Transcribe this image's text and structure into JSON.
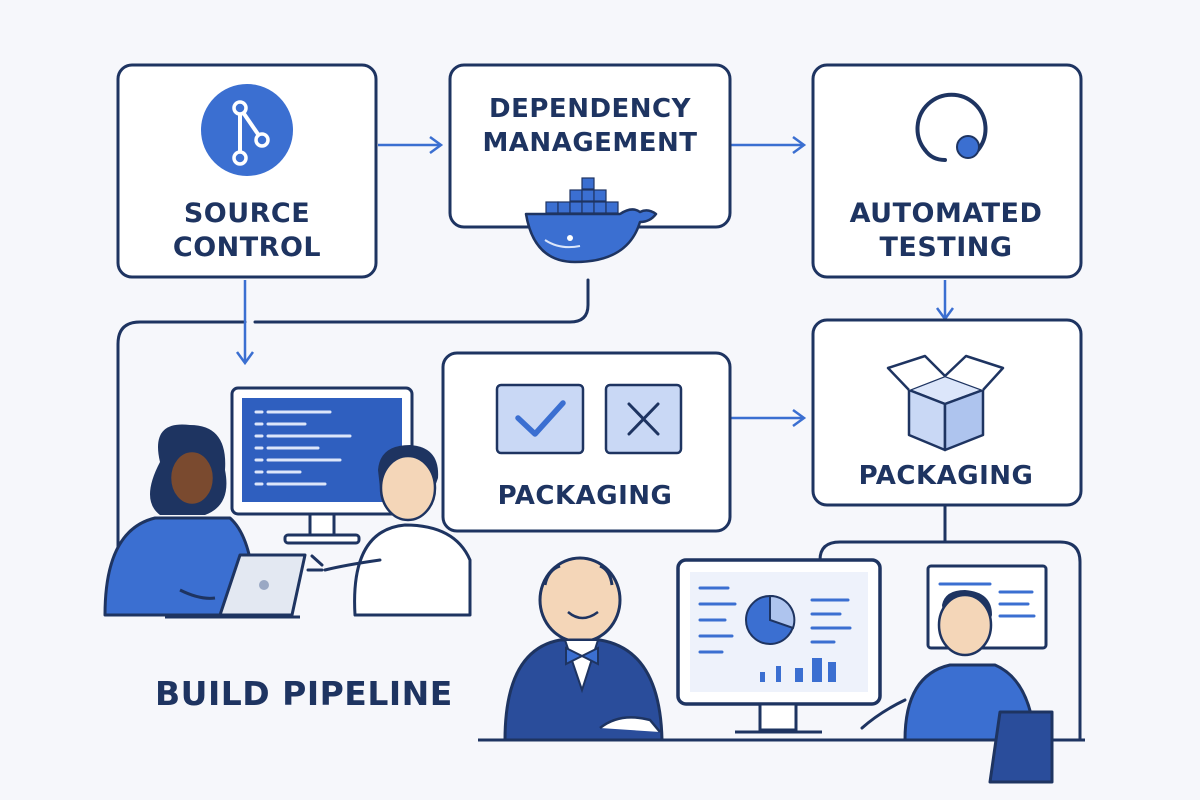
{
  "colors": {
    "background": "#f6f7fb",
    "outline": "#1e3461",
    "accent": "#3b6fd1",
    "accent_light": "#c9d8f5",
    "text": "#1e3461"
  },
  "nodes": {
    "source_control": {
      "line1": "SOURCE",
      "line2": "CONTROL",
      "icon": "git-branch-icon"
    },
    "dependency_management": {
      "line1": "DEPENDENCY",
      "line2": "MANAGEMENT",
      "icon": "docker-whale-icon"
    },
    "automated_testing": {
      "line1": "AUTOMATED",
      "line2": "TESTING",
      "icon": "headset-icon"
    },
    "packaging_checks": {
      "label": "PACKAGING",
      "icons": [
        "checkmark-icon",
        "cross-icon"
      ]
    },
    "packaging": {
      "label": "PACKAGING",
      "icon": "open-box-icon"
    }
  },
  "footer": {
    "title": "BUILD PIPELINE"
  }
}
